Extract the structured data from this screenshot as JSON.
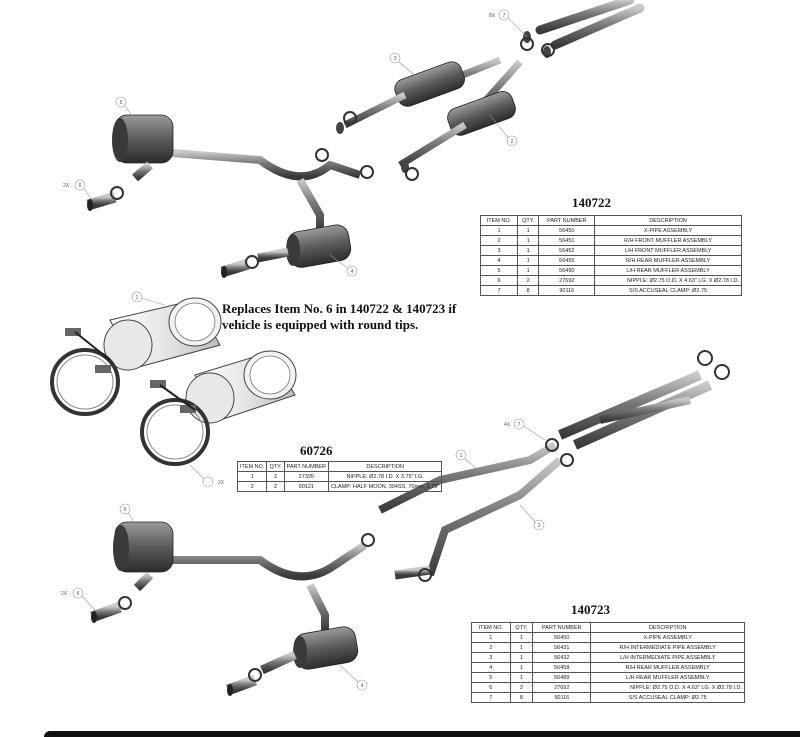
{
  "kit_a": {
    "part_number": "140722",
    "headers": [
      "ITEM NO.",
      "QTY.",
      "PART NUMBER",
      "DESCRIPTION"
    ],
    "rows": [
      [
        "1",
        "1",
        "56450",
        "X-PIPE ASSEMBLY"
      ],
      [
        "2",
        "1",
        "56451",
        "R/H FRONT MUFFLER ASSEMBLY"
      ],
      [
        "3",
        "1",
        "56452",
        "L/H FRONT MUFFLER ASSEMBLY"
      ],
      [
        "4",
        "1",
        "56455",
        "R/H REAR MUFFLER ASSEMBLY"
      ],
      [
        "5",
        "1",
        "56490",
        "L/H REAR MUFFLER ASSEMBLY"
      ],
      [
        "6",
        "2",
        "27692",
        "NIPPLE: Ø2.75 O.D. X 4.63\" LG. X Ø2.78 I.D."
      ],
      [
        "7",
        "8",
        "90116",
        "S/S ACCUSEAL CLAMP: Ø2.75"
      ]
    ]
  },
  "note": {
    "text": "Replaces Item No. 6 in 140722 & 140723 if vehicle is equipped with round tips."
  },
  "tips_kit": {
    "part_number": "60726",
    "headers": [
      "ITEM NO.",
      "QTY.",
      "PART NUMBER",
      "DESCRIPTION"
    ],
    "rows": [
      [
        "1",
        "2",
        "27395",
        "NIPPLE: Ø2.78 I.D. X 3.75\" LG."
      ],
      [
        "2",
        "2",
        "90121",
        "CLAMP: HALF MOON, 304SS, 70mm, 2.75\""
      ]
    ]
  },
  "kit_b": {
    "part_number": "140723",
    "headers": [
      "ITEM NO.",
      "QTY.",
      "PART NUMBER",
      "DESCRIPTION"
    ],
    "rows": [
      [
        "1",
        "1",
        "56450",
        "X-PIPE ASSEMBLY"
      ],
      [
        "2",
        "1",
        "56431",
        "R/H INTERMEDIATE PIPE ASSEMBLY"
      ],
      [
        "3",
        "1",
        "56432",
        "L/H INTERMEDIATE PIPE ASSEMBLY"
      ],
      [
        "4",
        "1",
        "56458",
        "R/H REAR MUFFLER ASSEMBLY"
      ],
      [
        "5",
        "1",
        "56489",
        "L/H REAR MUFFLER ASSEMBLY"
      ],
      [
        "6",
        "2",
        "27692",
        "NIPPLE: Ø2.75 O.D. X 4.63\" LG. X Ø2.78 I.D."
      ],
      [
        "7",
        "8",
        "90116",
        "S/S ACCUSEAL CLAMP: Ø2.75"
      ]
    ]
  },
  "callouts": {
    "top": [
      "8X",
      "7",
      "3",
      "2",
      "5",
      "2X",
      "6",
      "4"
    ],
    "tips": [
      "1",
      "2X"
    ],
    "bottom": [
      "4X",
      "7",
      "1",
      "2",
      "5",
      "2X",
      "6",
      "4"
    ]
  }
}
